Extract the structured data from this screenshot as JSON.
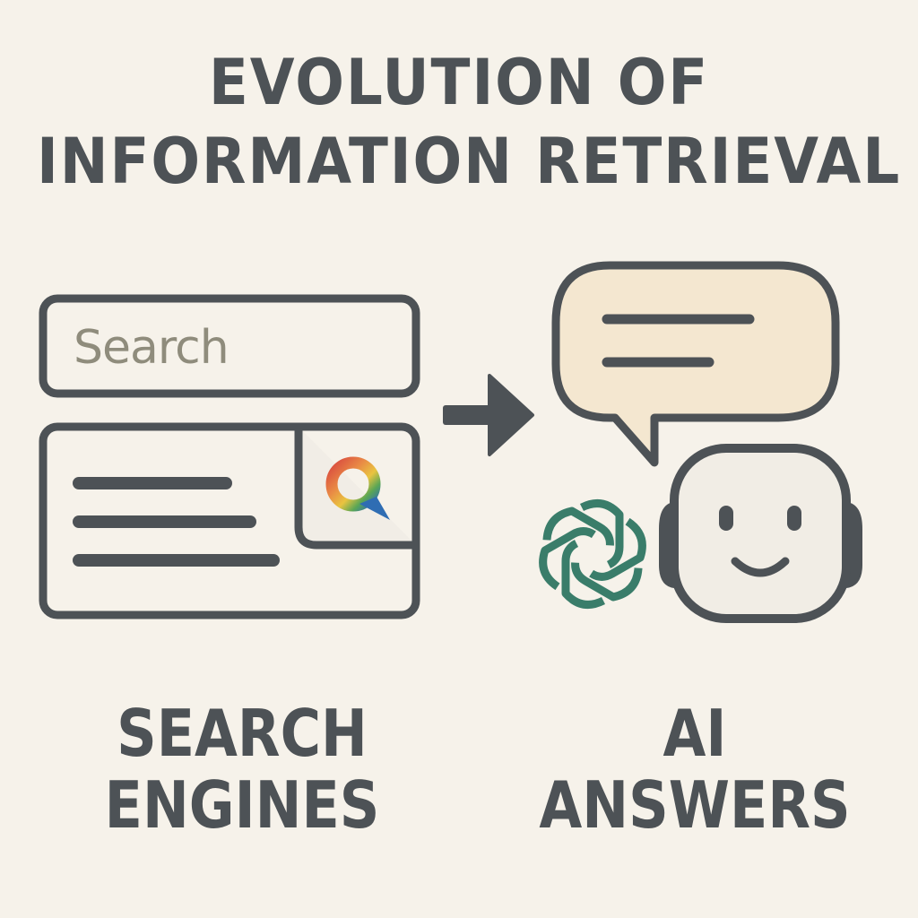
{
  "title": {
    "line1": "EVOLUTION OF",
    "line2": "INFORMATION RETRIEVAL"
  },
  "left_panel": {
    "search_box": {
      "placeholder": "Search"
    },
    "results_card": {
      "lines": 3,
      "logo_icon": "colorful-q-search-logo"
    },
    "label": {
      "line1": "SEARCH",
      "line2": "ENGINES"
    }
  },
  "arrow": {
    "direction": "right",
    "icon": "arrow-right-icon"
  },
  "right_panel": {
    "speech_bubble": {
      "lines": 2,
      "fill": "#f4e7d0"
    },
    "ai_logo_icon": "knot-flower-logo",
    "robot_face_icon": "smiling-robot-face",
    "label": {
      "line1": "AI",
      "line2": "ANSWERS"
    }
  },
  "colors": {
    "background": "#f6f2ea",
    "stroke": "#4d5256",
    "placeholder_text": "#8f8c7c",
    "bubble_fill": "#f4e7d0",
    "face_fill": "#f1ede5",
    "ai_logo_green": "#3a7d6a",
    "logo_red": "#d94a3f",
    "logo_yellow": "#e9c440",
    "logo_green": "#5aa655",
    "logo_blue": "#2f6db3"
  }
}
